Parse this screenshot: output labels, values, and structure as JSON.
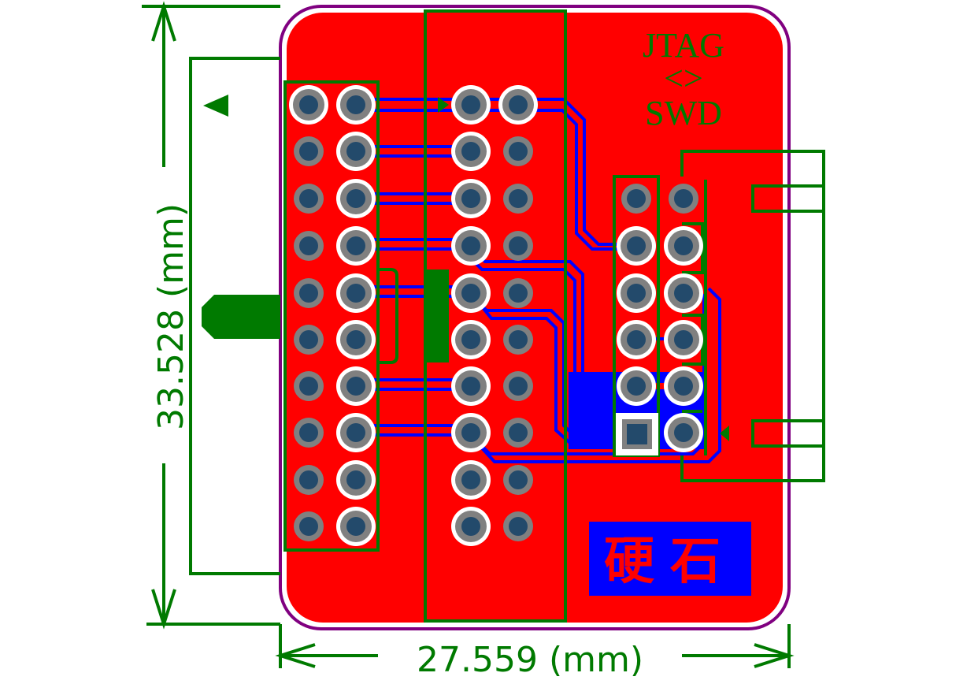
{
  "dimensions": {
    "height_label": "33.528 (mm)",
    "width_label": "27.559 (mm)"
  },
  "silkscreen": {
    "line1": "JTAG",
    "line2": "<>",
    "line3": "SWD"
  },
  "logo": {
    "text": "硬石"
  },
  "colors": {
    "board": "#ff0000",
    "outline": "#800080",
    "silk": "#007a00",
    "bottom_copper": "#0000ff",
    "pad_ring": "#ffffff",
    "pad_drill": "#234a6b",
    "pad_gray": "#808080"
  }
}
